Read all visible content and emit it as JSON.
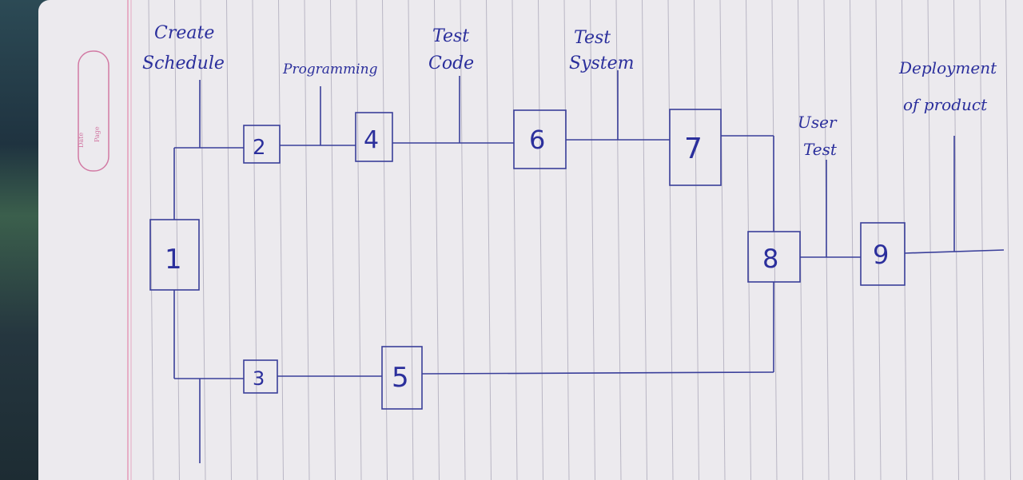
{
  "diagram": {
    "nodes": [
      {
        "id": "1",
        "label": "1"
      },
      {
        "id": "2",
        "label": "2"
      },
      {
        "id": "3",
        "label": "3"
      },
      {
        "id": "4",
        "label": "4"
      },
      {
        "id": "5",
        "label": "5"
      },
      {
        "id": "6",
        "label": "6"
      },
      {
        "id": "7",
        "label": "7"
      },
      {
        "id": "8",
        "label": "8"
      },
      {
        "id": "9",
        "label": "9"
      }
    ],
    "activities": {
      "create_schedule": [
        "Create",
        "Schedule"
      ],
      "programming": "Programming",
      "test_code": [
        "Test",
        "Code"
      ],
      "test_system": [
        "Test",
        "System"
      ],
      "user_test": [
        "User",
        "Test"
      ],
      "deployment": [
        "Deployment",
        "of product"
      ]
    },
    "margin_stamp": [
      "Date",
      "Page"
    ],
    "ink_color": "#2b2f9c"
  }
}
